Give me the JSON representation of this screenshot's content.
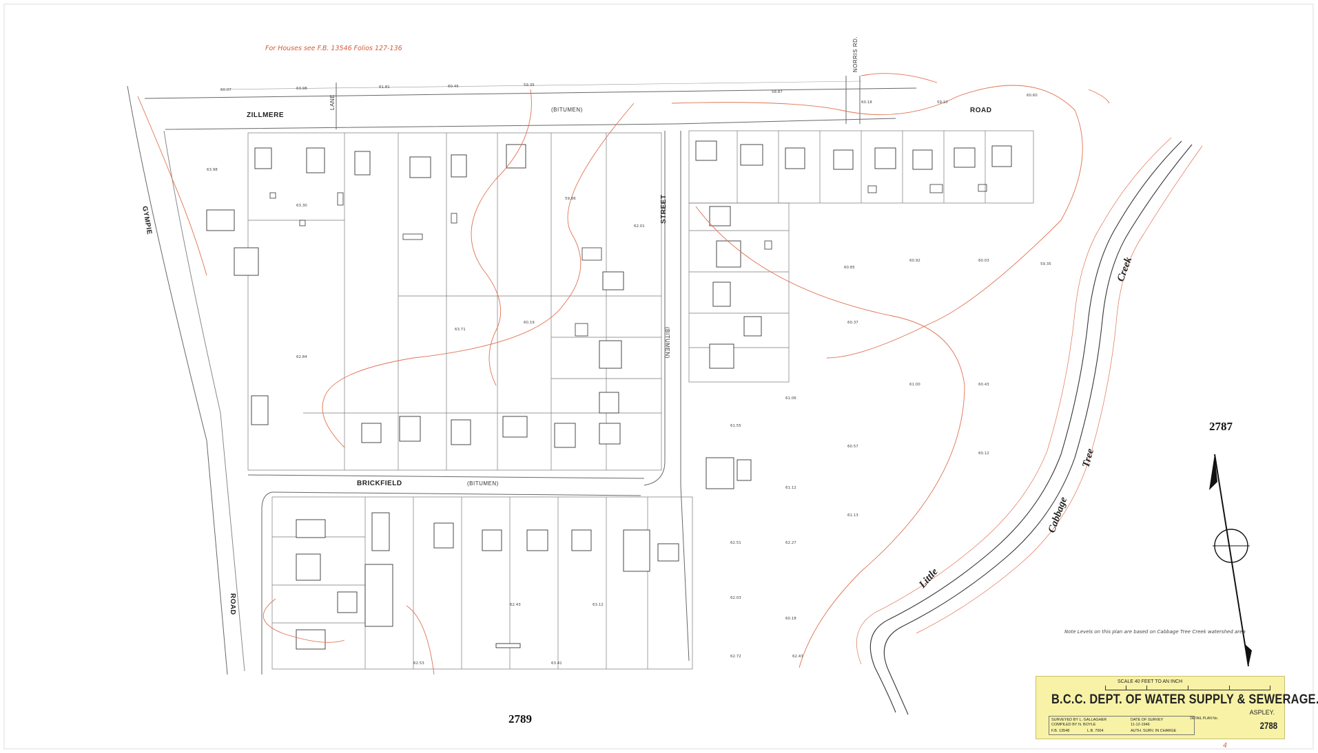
{
  "map": {
    "header_note": "For Houses  see  F.B. 13546  Folios 127-136",
    "roads": {
      "zillmere": "ZILLMERE",
      "zillmere_road": "ROAD",
      "zillmere_surface": "(BITUMEN)",
      "gympie": "GYMPIE",
      "gympie_road": "ROAD",
      "brickfield": "BRICKFIELD",
      "brickfield_surface": "(BITUMEN)",
      "street": "STREET",
      "street_surface": "(BITUMEN)",
      "norris": "NORRIS RD.",
      "lane": "LANE"
    },
    "creek_words": [
      "Little",
      "Cabbage",
      "Tree",
      "Creek"
    ],
    "adjacent_sheets": {
      "east": "2787",
      "south": "2789"
    },
    "levels_note": "Note  Levels on this plan are based on Cabbage Tree Creek watershed area",
    "corner_mark": "4",
    "colors": {
      "contour": "#e07050",
      "linework": "#555555",
      "title_block": "#f7f2a6"
    }
  },
  "title_block": {
    "scale": "SCALE 40 FEET TO AN INCH",
    "department": "B.C.C. DEPT. OF WATER SUPPLY & SEWERAGE.",
    "suburb": "ASPLEY.",
    "surveyed_by": "SURVEYED BY  L. GALLAGHER",
    "compiled_by": "COMPILED BY  N. BOYLE",
    "date_label": "DATE OF SURVEY",
    "date": "11-12-1946",
    "field_book": "F.B. 13548",
    "level_book": "L.B. 7004",
    "authority": "AUTH. SURV. IN CHARGE",
    "plan_label": "DETAIL PLAN No.",
    "plan_number": "2788"
  }
}
